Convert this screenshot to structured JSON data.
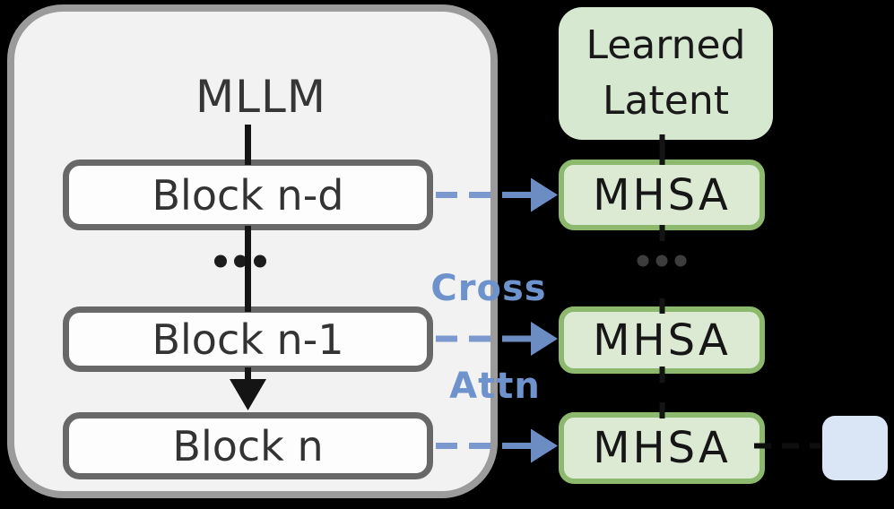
{
  "figure": {
    "type": "architecture-diagram",
    "description": "MLLM blocks feeding learned-latent MHSA modules via cross attention"
  },
  "mllm": {
    "title": "MLLM",
    "blocks": [
      {
        "label": "Block n-d"
      },
      {
        "label": "Block n-1"
      },
      {
        "label": "Block n"
      }
    ],
    "ellipsis": "..."
  },
  "latent": {
    "line1": "Learned",
    "line2": "Latent"
  },
  "mhsa_column": {
    "boxes": [
      {
        "label": "MHSA"
      },
      {
        "label": "MHSA"
      },
      {
        "label": "MHSA"
      }
    ],
    "ellipsis": "..."
  },
  "cross_attn": {
    "line1": "Cross",
    "line2": "Attn"
  },
  "legend": {
    "swatch": "light-blue-rounded-square"
  },
  "icons": {
    "down_arrow": "solid black downward arrow between Block n-1 and Block n",
    "cross_attn_arrows": "blue dashed arrows from each Block to each MHSA box",
    "ellipsis": "three round dots"
  },
  "colors": {
    "background": "#000000",
    "container_fill": "#f2f2f2",
    "container_border": "#9b9b9b",
    "block_fill": "#fdfdfd",
    "block_border": "#686868",
    "mhsa_fill": "#dcead3",
    "mhsa_border": "#8cb96d",
    "latent_fill": "#d7e8d1",
    "legend_fill": "#dae5f6",
    "dash_blue": "#7b99cf",
    "arrow_blue": "#6c8cc4",
    "label_blue": "#6d92cc",
    "ink_black": "#141414",
    "dots_gray": "#3d3d3d",
    "text_dark": "#363636"
  }
}
